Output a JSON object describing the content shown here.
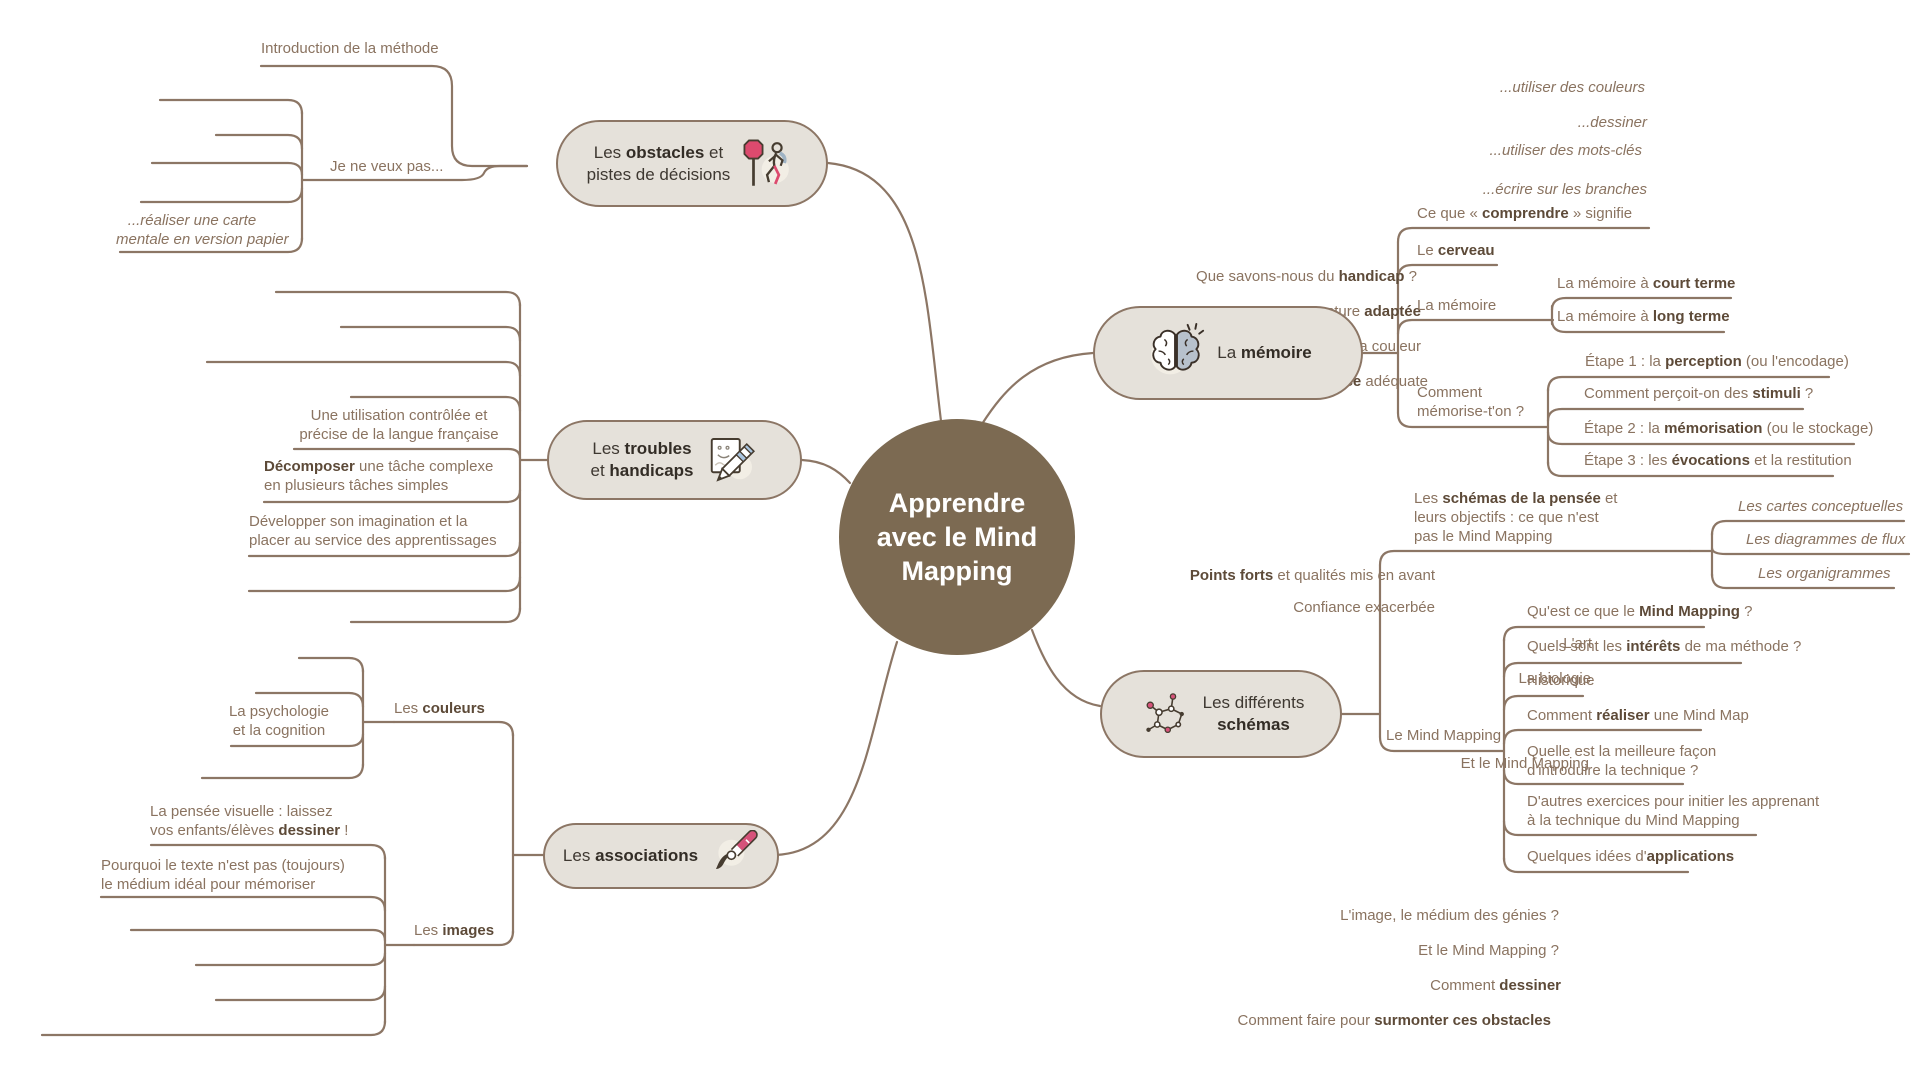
{
  "palette": {
    "background": "#ffffff",
    "branch_line": "#8c7665",
    "leaf_text": "#8a7360",
    "leaf_bold_text": "#5d4a38",
    "node_fill": "#e5e1da",
    "node_border": "#8c7665",
    "node_text": "#3e3831",
    "center_fill": "#7c6a52",
    "center_text": "#ffffff",
    "accent_pink": "#d6527a",
    "accent_blue": "#b7c1cc"
  },
  "center": {
    "parts": [
      {
        "t": "Apprendre"
      },
      {
        "nl": true
      },
      {
        "t": "avec le Mind"
      },
      {
        "nl": true
      },
      {
        "t": "Mapping"
      }
    ]
  },
  "topics": {
    "obstacles": {
      "icon": "stop-sign-walker-icon",
      "parts": [
        {
          "t": "Les "
        },
        {
          "t": "obstacles",
          "b": true
        },
        {
          "t": " et"
        },
        {
          "nl": true
        },
        {
          "t": "pistes de décisions"
        }
      ]
    },
    "troubles": {
      "icon": "drawing-pencil-icon",
      "parts": [
        {
          "t": "Les "
        },
        {
          "t": "troubles",
          "b": true
        },
        {
          "nl": true
        },
        {
          "t": "et "
        },
        {
          "t": "handicaps",
          "b": true
        }
      ]
    },
    "associations": {
      "icon": "paintbrush-icon",
      "parts": [
        {
          "t": "Les "
        },
        {
          "t": "associations",
          "b": true
        }
      ]
    },
    "memoire": {
      "icon": "brain-icon",
      "parts": [
        {
          "t": "La "
        },
        {
          "t": "mémoire",
          "b": true
        }
      ]
    },
    "schemas": {
      "icon": "network-diagram-icon",
      "parts": [
        {
          "t": "Les différents"
        },
        {
          "nl": true
        },
        {
          "t": "schémas",
          "b": true
        }
      ]
    }
  },
  "labels": {
    "introduction": {
      "parts": [
        {
          "t": "Introduction de la méthode"
        }
      ]
    },
    "je_ne_veux_pas": {
      "parts": [
        {
          "t": "Je ne veux pas..."
        }
      ]
    },
    "jnvp_couleurs": {
      "italic": true,
      "parts": [
        {
          "t": "...utiliser des couleurs"
        }
      ]
    },
    "jnvp_dessiner": {
      "italic": true,
      "parts": [
        {
          "t": "...dessiner"
        }
      ]
    },
    "jnvp_mots_cles": {
      "italic": true,
      "parts": [
        {
          "t": "...utiliser des mots-clés"
        }
      ]
    },
    "jnvp_branches": {
      "italic": true,
      "parts": [
        {
          "t": "...écrire sur les branches"
        }
      ]
    },
    "jnvp_carte": {
      "italic": true,
      "parts": [
        {
          "t": "...réaliser une carte"
        },
        {
          "nl": true
        },
        {
          "t": "mentale en version papier"
        }
      ]
    },
    "handicap": {
      "parts": [
        {
          "t": "Que savons-nous du "
        },
        {
          "t": "handicap",
          "b": true
        },
        {
          "t": " ?"
        }
      ]
    },
    "structure": {
      "parts": [
        {
          "t": "Une structure "
        },
        {
          "t": "adaptée",
          "b": true
        }
      ]
    },
    "hierachisees": {
      "parts": [
        {
          "t": "Des associations hiérachisées par la couleur"
        }
      ]
    },
    "police": {
      "parts": [
        {
          "t": "Une "
        },
        {
          "t": "police",
          "b": true
        },
        {
          "t": " adéquate"
        }
      ]
    },
    "utilisation": {
      "parts": [
        {
          "t": "Une utilisation contrôlée et"
        },
        {
          "nl": true
        },
        {
          "t": "précise de la langue française"
        }
      ]
    },
    "decomposer": {
      "parts": [
        {
          "t": "Décomposer",
          "b": true
        },
        {
          "t": " une tâche complexe"
        },
        {
          "nl": true
        },
        {
          "t": "en plusieurs tâches simples"
        }
      ]
    },
    "developper": {
      "parts": [
        {
          "t": "Développer son imagination et la"
        },
        {
          "nl": true
        },
        {
          "t": "placer au service des apprentissages"
        }
      ]
    },
    "points_forts": {
      "parts": [
        {
          "t": "Points forts",
          "b": true
        },
        {
          "t": " et qualités mis en avant"
        }
      ]
    },
    "confiance": {
      "parts": [
        {
          "t": "Confiance exacerbée"
        }
      ]
    },
    "les_couleurs": {
      "parts": [
        {
          "t": "Les "
        },
        {
          "t": "couleurs",
          "b": true
        }
      ]
    },
    "art": {
      "parts": [
        {
          "t": "L'art"
        }
      ]
    },
    "biologie": {
      "parts": [
        {
          "t": "La biologie"
        }
      ]
    },
    "psychologie": {
      "parts": [
        {
          "t": "La psychologie"
        },
        {
          "nl": true
        },
        {
          "t": "et la cognition"
        }
      ]
    },
    "et_mm": {
      "parts": [
        {
          "t": "Et le Mind Mapping"
        }
      ]
    },
    "les_images": {
      "parts": [
        {
          "t": "Les "
        },
        {
          "t": "images",
          "b": true
        }
      ]
    },
    "pensee": {
      "parts": [
        {
          "t": "La pensée visuelle : laissez"
        },
        {
          "nl": true
        },
        {
          "t": "vos enfants/élèves "
        },
        {
          "t": "dessiner",
          "b": true
        },
        {
          "t": " !"
        }
      ]
    },
    "pourquoi": {
      "parts": [
        {
          "t": "Pourquoi le texte n'est pas (toujours)"
        },
        {
          "nl": true
        },
        {
          "t": "le médium idéal pour mémoriser"
        }
      ]
    },
    "image_genies": {
      "parts": [
        {
          "t": "L'image, le médium des génies ?"
        }
      ]
    },
    "et_mm2": {
      "parts": [
        {
          "t": "Et le Mind Mapping ?"
        }
      ]
    },
    "comment_dessiner": {
      "parts": [
        {
          "t": "Comment "
        },
        {
          "t": "dessiner",
          "b": true
        }
      ]
    },
    "surmonter": {
      "parts": [
        {
          "t": "Comment faire pour "
        },
        {
          "t": "surmonter ces obstacles",
          "b": true
        }
      ]
    },
    "comprendre": {
      "parts": [
        {
          "t": "Ce que « "
        },
        {
          "t": "comprendre",
          "b": true
        },
        {
          "t": " » signifie"
        }
      ]
    },
    "cerveau": {
      "parts": [
        {
          "t": "Le "
        },
        {
          "t": "cerveau",
          "b": true
        }
      ]
    },
    "la_memoire_sub": {
      "parts": [
        {
          "t": "La mémoire"
        }
      ]
    },
    "court_terme": {
      "parts": [
        {
          "t": "La mémoire à "
        },
        {
          "t": "court terme",
          "b": true
        }
      ]
    },
    "long_terme": {
      "parts": [
        {
          "t": "La mémoire à "
        },
        {
          "t": "long terme",
          "b": true
        }
      ]
    },
    "comment_memorise": {
      "parts": [
        {
          "t": "Comment"
        },
        {
          "nl": true
        },
        {
          "t": "mémorise-t'on ?"
        }
      ]
    },
    "etape1": {
      "parts": [
        {
          "t": "Étape 1 : la "
        },
        {
          "t": "perception",
          "b": true
        },
        {
          "t": " (ou l'encodage)"
        }
      ]
    },
    "stimuli": {
      "parts": [
        {
          "t": "Comment perçoit-on des "
        },
        {
          "t": "stimuli",
          "b": true
        },
        {
          "t": " ?"
        }
      ]
    },
    "etape2": {
      "parts": [
        {
          "t": "Étape 2 : la "
        },
        {
          "t": "mémorisation",
          "b": true
        },
        {
          "t": " (ou le stockage)"
        }
      ]
    },
    "etape3": {
      "parts": [
        {
          "t": "Étape 3 : les "
        },
        {
          "t": "évocations",
          "b": true
        },
        {
          "t": " et la restitution"
        }
      ]
    },
    "schemas_pensee": {
      "parts": [
        {
          "t": "Les "
        },
        {
          "t": "schémas de la pensée",
          "b": true
        },
        {
          "t": " et"
        },
        {
          "nl": true
        },
        {
          "t": "leurs objectifs : ce que n'est"
        },
        {
          "nl": true
        },
        {
          "t": "pas le Mind Mapping"
        }
      ]
    },
    "cartes": {
      "italic": true,
      "parts": [
        {
          "t": "Les cartes conceptuelles"
        }
      ]
    },
    "diagrammes": {
      "italic": true,
      "parts": [
        {
          "t": "Les diagrammes de flux"
        }
      ]
    },
    "organigrammes": {
      "italic": true,
      "parts": [
        {
          "t": "Les organigrammes"
        }
      ]
    },
    "le_mind_mapping": {
      "parts": [
        {
          "t": "Le Mind Mapping"
        }
      ]
    },
    "quest_ce": {
      "parts": [
        {
          "t": "Qu'est ce que le "
        },
        {
          "t": "Mind Mapping",
          "b": true
        },
        {
          "t": " ?"
        }
      ]
    },
    "interets": {
      "parts": [
        {
          "t": "Quels sont les "
        },
        {
          "t": "intérêts",
          "b": true
        },
        {
          "t": " de ma méthode ?"
        }
      ]
    },
    "historique": {
      "parts": [
        {
          "t": "Historique"
        }
      ]
    },
    "realiser": {
      "parts": [
        {
          "t": "Comment "
        },
        {
          "t": "réaliser",
          "b": true
        },
        {
          "t": " une Mind Map"
        }
      ]
    },
    "meilleure": {
      "parts": [
        {
          "t": "Quelle est la meilleure façon"
        },
        {
          "nl": true
        },
        {
          "t": "d'introduire la technique ?"
        }
      ]
    },
    "autres_exercices": {
      "parts": [
        {
          "t": "D'autres exercices pour initier les apprenant"
        },
        {
          "nl": true
        },
        {
          "t": "à la technique du Mind Mapping"
        }
      ]
    },
    "applications": {
      "parts": [
        {
          "t": "Quelques idées d'"
        },
        {
          "t": "applications",
          "b": true
        }
      ]
    }
  }
}
